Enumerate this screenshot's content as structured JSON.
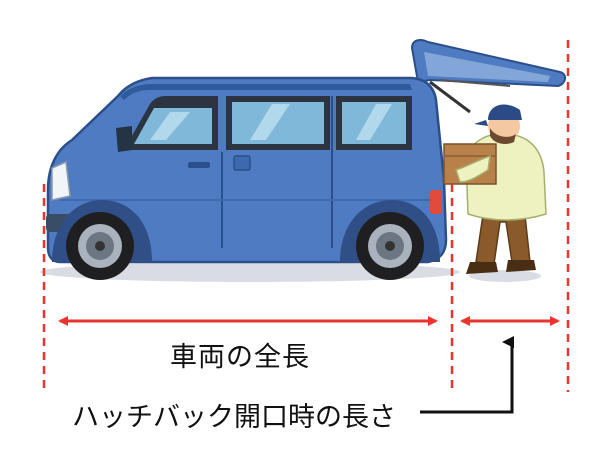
{
  "labels": {
    "vehicle_length": "車両の全長",
    "hatch_open_length": "ハッチバック開口時の長さ"
  },
  "colors": {
    "dimension_line": "#e8352e",
    "van_body": "#4f7bc2",
    "pointer_arrow": "#111111"
  },
  "icons": {
    "van": "van-illustration",
    "person": "worker-carrying-box"
  }
}
